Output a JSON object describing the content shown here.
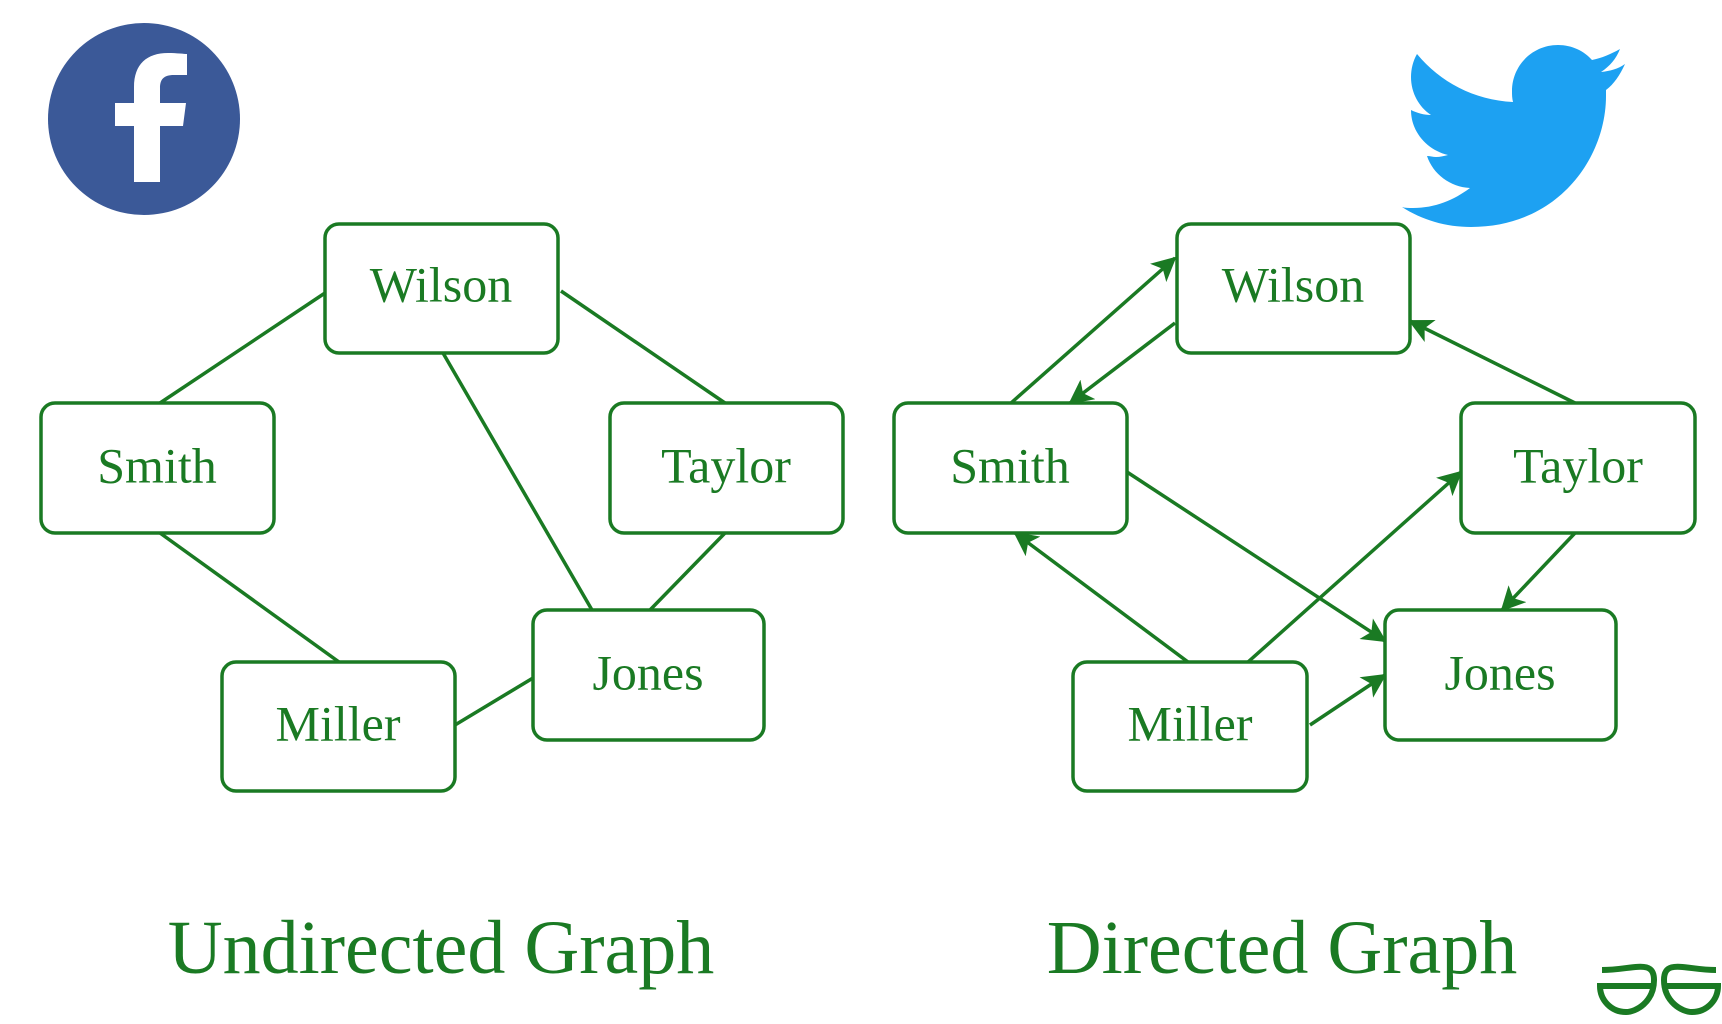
{
  "colors": {
    "graph_green": "#1a7a23",
    "facebook_blue": "#3b5998",
    "twitter_blue": "#1da1f2"
  },
  "logos": {
    "left": "facebook-logo",
    "right": "twitter-logo",
    "watermark": "geeksforgeeks-logo",
    "watermark_text": "ƏG"
  },
  "undirected": {
    "caption": "Undirected Graph",
    "nodes": {
      "wilson": "Wilson",
      "smith": "Smith",
      "taylor": "Taylor",
      "miller": "Miller",
      "jones": "Jones"
    },
    "edges": [
      [
        "Wilson",
        "Smith"
      ],
      [
        "Wilson",
        "Taylor"
      ],
      [
        "Wilson",
        "Jones"
      ],
      [
        "Smith",
        "Miller"
      ],
      [
        "Taylor",
        "Jones"
      ],
      [
        "Miller",
        "Jones"
      ]
    ]
  },
  "directed": {
    "caption": "Directed Graph",
    "nodes": {
      "wilson": "Wilson",
      "smith": "Smith",
      "taylor": "Taylor",
      "miller": "Miller",
      "jones": "Jones"
    },
    "edges": [
      [
        "Smith",
        "Wilson"
      ],
      [
        "Wilson",
        "Smith"
      ],
      [
        "Taylor",
        "Wilson"
      ],
      [
        "Smith",
        "Jones"
      ],
      [
        "Miller",
        "Smith"
      ],
      [
        "Miller",
        "Taylor"
      ],
      [
        "Taylor",
        "Jones"
      ],
      [
        "Miller",
        "Jones"
      ]
    ]
  }
}
